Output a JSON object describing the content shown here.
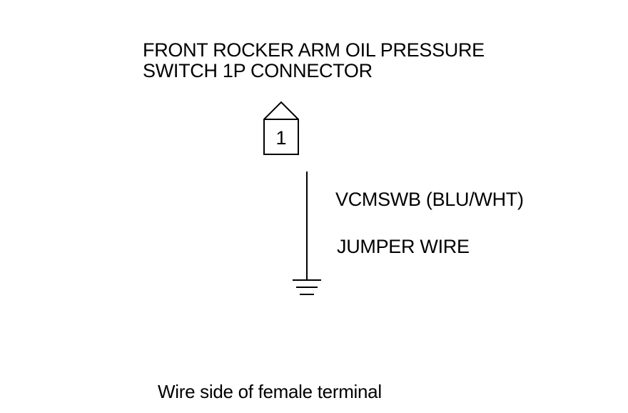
{
  "connector": {
    "title_line1": "FRONT ROCKER ARM OIL PRESSURE",
    "title_line2": "SWITCH 1P CONNECTOR",
    "pin_number": "1"
  },
  "wire": {
    "label": "VCMSWB (BLU/WHT)"
  },
  "jumper": {
    "label": "JUMPER WIRE"
  },
  "footer": {
    "view_note": "Wire side of female terminal"
  },
  "icons": {
    "connector": "connector-pin-icon",
    "ground": "ground-symbol-icon"
  }
}
